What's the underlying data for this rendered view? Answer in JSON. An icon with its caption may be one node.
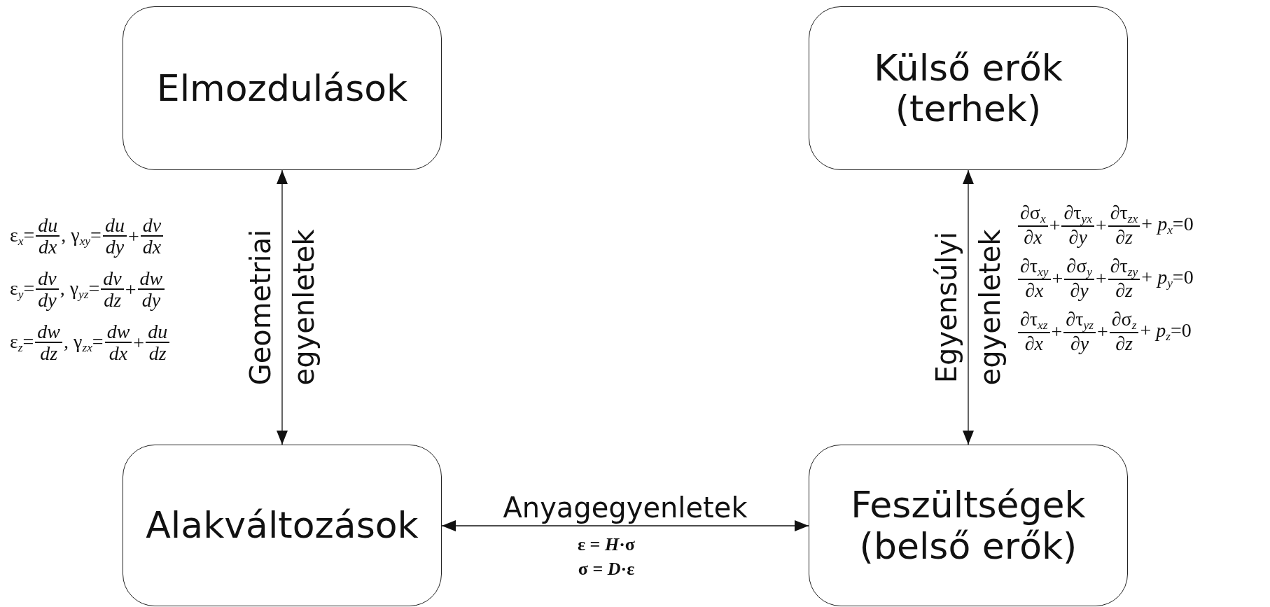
{
  "diagram": {
    "nodes": [
      {
        "text": [
          "Elmozdulások"
        ]
      },
      {
        "text": [
          "Külső erők (terhek)"
        ]
      },
      {
        "text": [
          "Alakváltozások"
        ]
      },
      {
        "text": [
          "Feszültségek (belső erők)"
        ]
      }
    ],
    "edges": [
      {
        "from": 0,
        "to": 2,
        "arrow": "both",
        "label": "Geometriai egyenletek"
      },
      {
        "from": 1,
        "to": 3,
        "arrow": "both",
        "label": "Egyensúlyi egyenletek"
      },
      {
        "from": 2,
        "to": 3,
        "arrow": "both",
        "label": "Anyagegyenletek"
      }
    ],
    "labels": [
      "ε$_{x}$=",
      "du",
      "dx",
      ", γ$_{xy}$=",
      "du",
      "dy",
      "+",
      "dv",
      "dx",
      "ε$_{y}$=",
      "dv",
      "dy",
      ", γ$_{yz}$=",
      "dv",
      "dz",
      "+",
      "dw",
      "dy",
      "ε$_{z}$=",
      "dw",
      "dz",
      ", γ$_{zx}$=",
      "dw",
      "dx",
      "+",
      "du",
      "dz",
      "∂σ$_{x}$",
      "∂x",
      "+",
      "∂τ$_{yx}$",
      "∂y",
      "+",
      "∂τ$_{zx}$",
      "∂z",
      "+ *p*$_{x}$=0",
      "∂τ$_{xy}$",
      "∂x",
      "+",
      "∂σ$_{y}$",
      "∂y",
      "+",
      "∂τ$_{zy}$",
      "∂z",
      "+ *p*$_{y}$=0",
      "∂τ$_{xz}$",
      "∂x",
      "+",
      "∂τ$_{yz}$",
      "∂y",
      "+",
      "∂σ$_{z}$",
      "∂z",
      "+ *p*$_{z}$=0",
      "ε = *H*·σ",
      "σ = *D*·ε"
    ]
  }
}
